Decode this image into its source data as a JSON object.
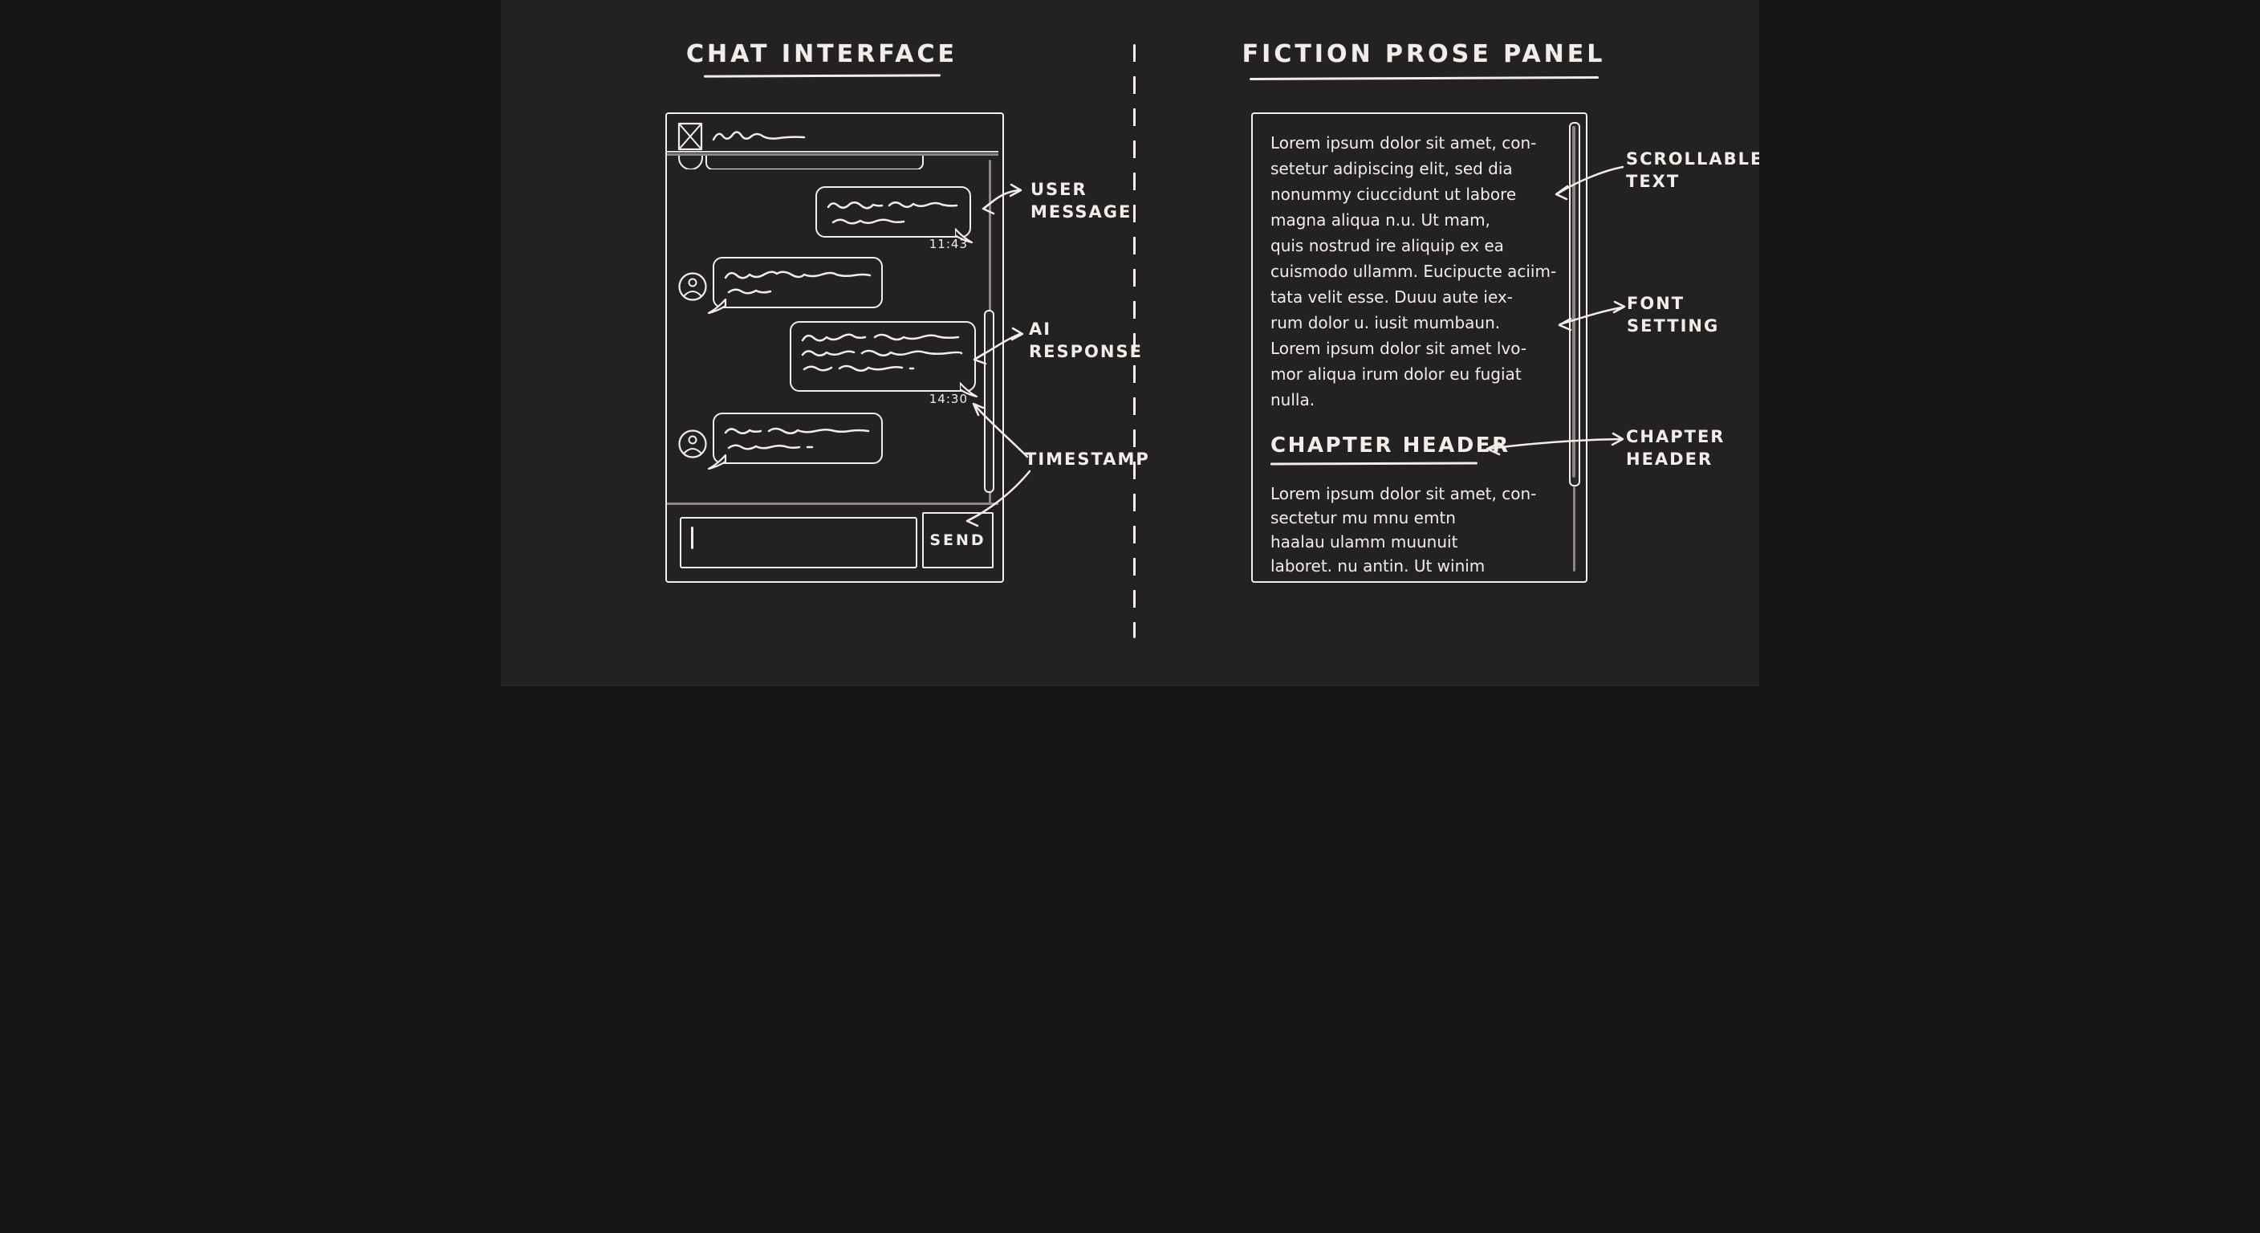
{
  "colors": {
    "background": "#242122",
    "ink": "#f1eeea",
    "muted_gray": "#8a8786"
  },
  "left_panel": {
    "title": "CHAT INTERFACE",
    "chat": {
      "user_message": {
        "timestamp": "11:43"
      },
      "ai_message": {
        "timestamp": "14:30"
      },
      "input": {
        "value": "",
        "placeholder": ""
      },
      "send_label": "SEND"
    },
    "annotations": {
      "user_message": "USER\nMESSAGE",
      "ai_response": "AI\nRESPONSE",
      "timestamp": "TIMESTAMP"
    }
  },
  "right_panel": {
    "title": "FICTION PROSE PANEL",
    "prose_lines": [
      "Lorem ipsum dolor sit amet, con-",
      "setetur adipiscing elit, sed dia",
      "nonummy ciuccidunt ut labore",
      "magna aliqua n.u. Ut mam,",
      "quis nostrud ire aliquip ex ea",
      "cuismodo ullamm. Eucipucte aciim-",
      "tata velit esse. Duuu aute iex-",
      "rum dolor u. iusit mumbaun.",
      "Lorem ipsum dolor sit amet lvo-",
      "mor aliqua irum dolor eu fugiat",
      "nulla."
    ],
    "chapter_header": "CHAPTER HEADER",
    "prose_lines_after_header": [
      "Lorem ipsum dolor sit amet, con-",
      "sectetur mu mnu emtn",
      "haalau ulamm muunuit",
      "laboret. nu antin. Ut winim"
    ],
    "annotations": {
      "scrollable_text": "SCROLLABLE\nTEXT",
      "font_setting": "FONT\nSETTING",
      "chapter_header": "CHAPTER\nHEADER"
    }
  },
  "icons": {
    "header_icon": "image-placeholder-icon",
    "message_avatar": "user-avatar-icon"
  }
}
